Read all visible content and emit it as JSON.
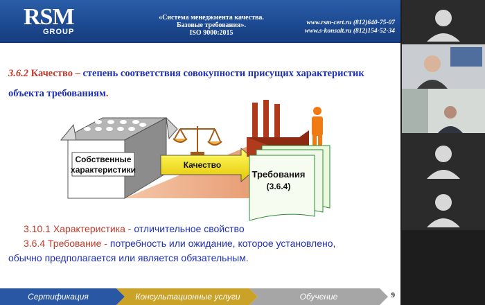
{
  "header": {
    "logo_main": "RSM",
    "logo_sub": "GROUP",
    "title_line1": "«Система менеджмента качества.",
    "title_line2": "Базовые требования».",
    "title_line3": "ISO 9000:2015",
    "contact1": "www.rsm-cert.ru (812)640-75-07",
    "contact2": "www.s-konsalt.ru (812)154-52-34"
  },
  "heading": {
    "number": "3.6.2",
    "term": "Качество –",
    "definition": "степень соответствия совокупности присущих характеристик объекта требованиям",
    "period": "."
  },
  "diagram": {
    "box_label_line1": "Собственные",
    "box_label_line2": "характеристики",
    "arrow_label": "Качество",
    "req_label_line1": "Требования",
    "req_label_line2": "(3.6.4)"
  },
  "definitions": {
    "char_term": "3.10.1 Характеристика -",
    "char_text": "отличительное свойство",
    "req_term": "3.6.4 Требование -",
    "req_text_line1": "потребность или ожидание, которое установлено,",
    "req_text_line2": "обычно предполагается или является обязательным."
  },
  "footer": {
    "seg1": "Сертификация",
    "seg2": "Консультационные услуги",
    "seg3": "Обучение",
    "page": "9"
  },
  "colors": {
    "header_blue": "#1d4a92",
    "term_red": "#c0392b",
    "text_blue": "#1f2fb8",
    "footer_blue": "#2a57a3",
    "footer_gold": "#c9a227",
    "footer_gray": "#a6a6a6"
  }
}
